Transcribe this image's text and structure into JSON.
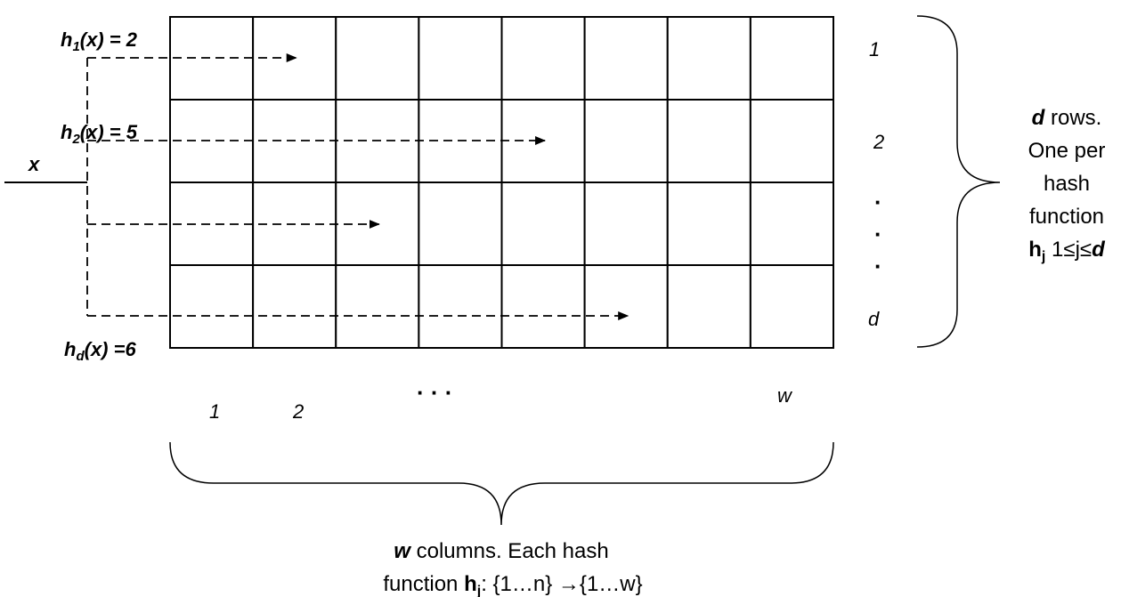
{
  "grid": {
    "rows": 4,
    "cols": 8
  },
  "input_label": "x",
  "hash_labels": [
    {
      "name": "h",
      "sub": "1",
      "rest": "(x) = 2",
      "target_col": 2
    },
    {
      "name": "h",
      "sub": "2",
      "rest": "(x) = 5",
      "target_col": 5
    },
    {
      "name": "",
      "sub": "",
      "rest": "",
      "target_col": 3
    },
    {
      "name": "h",
      "sub": "d",
      "rest": "(x) =6",
      "target_col": 6
    }
  ],
  "row_labels": [
    "1",
    "2",
    "d"
  ],
  "row_dots": "·",
  "col_labels": [
    "1",
    "2",
    "w"
  ],
  "col_dots": "·  ·  ·",
  "right_caption": {
    "line1_var": "d",
    "line1_rest": " rows.",
    "line2": "One per",
    "line3": "hash",
    "line4": "function",
    "line5_h": "h",
    "line5_sub": "j",
    "line5_rest": " 1≤j≤",
    "line5_var": "d"
  },
  "bottom_caption": {
    "line1_var": "w",
    "line1_rest": " columns. Each hash",
    "line2_pre": "function ",
    "line2_h": "h",
    "line2_sub": "j",
    "line2_rest": ": {1…n} →{1…w}"
  }
}
